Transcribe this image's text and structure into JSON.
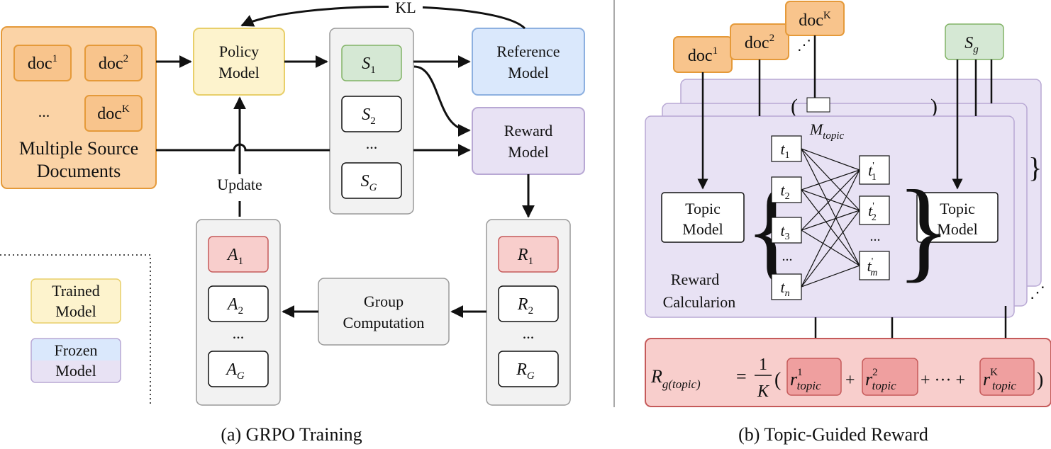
{
  "panel_a": {
    "caption": "(a) GRPO Training",
    "source_box": {
      "title_line1": "Multiple Source",
      "title_line2": "Documents",
      "docs": [
        {
          "base": "doc",
          "sup": "1"
        },
        {
          "base": "doc",
          "sup": "2"
        },
        {
          "base": "doc",
          "sup": "K"
        }
      ],
      "ellipsis": "..."
    },
    "policy_model": {
      "line1": "Policy",
      "line2": "Model"
    },
    "reference_model": {
      "line1": "Reference",
      "line2": "Model"
    },
    "reward_model": {
      "line1": "Reward",
      "line2": "Model"
    },
    "group_computation": {
      "line1": "Group",
      "line2": "Computation"
    },
    "kl_label": "KL",
    "update_label": "Update",
    "samples": {
      "s1": {
        "base": "S",
        "sub": "1"
      },
      "s2": {
        "base": "S",
        "sub": "2"
      },
      "sg": {
        "base": "S",
        "sub": "G"
      },
      "ellipsis": "..."
    },
    "rewards": {
      "r1": {
        "base": "R",
        "sub": "1"
      },
      "r2": {
        "base": "R",
        "sub": "2"
      },
      "rg": {
        "base": "R",
        "sub": "G"
      },
      "ellipsis": "..."
    },
    "advantages": {
      "a1": {
        "base": "A",
        "sub": "1"
      },
      "a2": {
        "base": "A",
        "sub": "2"
      },
      "ag": {
        "base": "A",
        "sub": "G"
      },
      "ellipsis": "..."
    },
    "legend": {
      "trained": {
        "line1": "Trained",
        "line2": "Model"
      },
      "frozen": {
        "line1": "Frozen",
        "line2": "Model"
      }
    }
  },
  "panel_b": {
    "caption": "(b)  Topic-Guided Reward",
    "docs": [
      {
        "base": "doc",
        "sup": "1"
      },
      {
        "base": "doc",
        "sup": "2"
      },
      {
        "base": "doc",
        "sup": "K"
      }
    ],
    "sg": {
      "base": "S",
      "sub": "g"
    },
    "topic_model_left": {
      "line1": "Topic",
      "line2": "Model"
    },
    "topic_model_right": {
      "line1": "Topic",
      "line2": "Model"
    },
    "reward_calc": {
      "line1": "Reward",
      "line2": "Calcularion"
    },
    "m_topic": {
      "base": "M",
      "sub": "topic"
    },
    "topics_left": [
      {
        "base": "t",
        "sub": "1"
      },
      {
        "base": "t",
        "sub": "2"
      },
      {
        "base": "t",
        "sub": "3"
      },
      {
        "base": "t",
        "sub": "n"
      }
    ],
    "topics_right": [
      {
        "base": "t",
        "sup": "'",
        "sub": "1"
      },
      {
        "base": "t",
        "sup": "'",
        "sub": "2"
      },
      {
        "base": "t",
        "sup": "'",
        "sub": "m"
      }
    ],
    "ellipsis": "...",
    "formula": {
      "lhs_base": "R",
      "lhs_sub": "g(topic)",
      "eq": "=",
      "frac_num": "1",
      "frac_den": "K",
      "open_paren": "(",
      "close_paren": ")",
      "plus": "+",
      "dots": "+ ··· +",
      "terms": [
        {
          "base": "r",
          "sup": "1",
          "sub": "topic"
        },
        {
          "base": "r",
          "sup": "2",
          "sub": "topic"
        },
        {
          "base": "r",
          "sup": "K",
          "sub": "topic"
        }
      ]
    }
  },
  "colors": {
    "orange_fill": "#fbd3a6",
    "orange_stroke": "#e59a3a",
    "orange_inner": "#f8c48c",
    "yellow_fill": "#fdf3cd",
    "yellow_stroke": "#e8cf6a",
    "blue_fill": "#dae8fc",
    "blue_stroke": "#8db0e0",
    "purple_fill": "#e8e2f4",
    "purple_stroke": "#b8a8d4",
    "green_fill": "#d5e8d4",
    "green_stroke": "#82b366",
    "red_fill": "#f8cecc",
    "red_stroke": "#c55a5a",
    "red_inner": "#ef9f9f",
    "gray_fill": "#f2f2f2",
    "gray_stroke": "#999999"
  }
}
